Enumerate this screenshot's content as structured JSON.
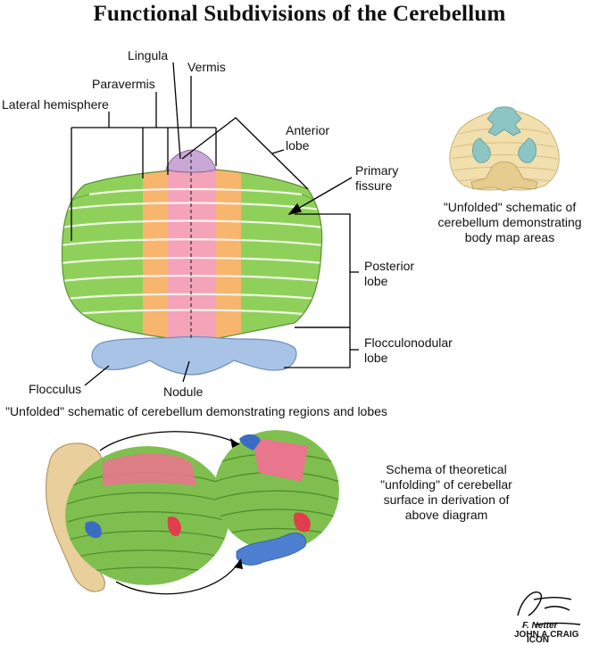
{
  "title": "Functional Subdivisions of the Cerebellum",
  "labels": {
    "lingula": "Lingula",
    "vermis": "Vermis",
    "paravermis": "Paravermis",
    "lateral_hemisphere": "Lateral hemisphere",
    "anterior_lobe": "Anterior\nlobe",
    "primary_fissure": "Primary\nfissure",
    "posterior_lobe": "Posterior\nlobe",
    "flocculonodular_lobe": "Flocculonodular\nlobe",
    "flocculus": "Flocculus",
    "nodule": "Nodule"
  },
  "captions": {
    "main": "\"Unfolded\" schematic of cerebellum demonstrating regions and lobes",
    "body_map": "\"Unfolded\" schematic of\ncerebellum demonstrating\nbody map areas",
    "unfolding": "Schema of theoretical\n\"unfolding\" of cerebellar\nsurface in derivation of\nabove diagram"
  },
  "signature": {
    "artist": "F. Netter",
    "credit": "JOHN A.CRAIG",
    "publisher": "ICON"
  },
  "colors": {
    "lateral_hemisphere": "#8fd05a",
    "paravermis": "#f8b56e",
    "vermis": "#f4a3b8",
    "lingula": "#c9a8d6",
    "flocculonodular": "#a9c3e6",
    "body_map_tan": "#f2dfae",
    "body_map_blue": "#8cc5c4"
  }
}
